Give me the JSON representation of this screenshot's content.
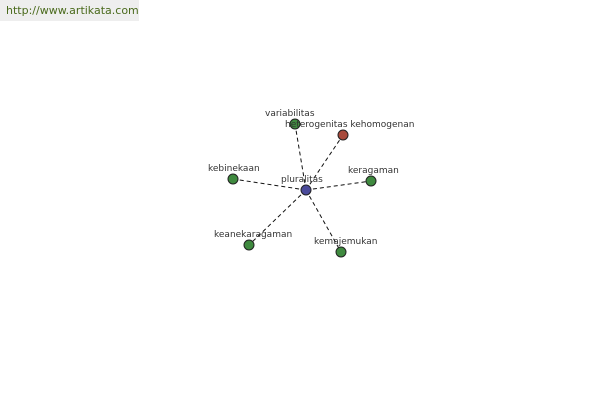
{
  "site": {
    "url": "http://www.artikata.com"
  },
  "colors": {
    "center_fill": "#4a4a9a",
    "synonym_fill": "#3f8a3f",
    "antonym_fill": "#a84a3c",
    "node_stroke": "#222222",
    "edge": "#111111"
  },
  "graph": {
    "center": {
      "label": "pluralitas",
      "kind": "center"
    },
    "nodes": [
      {
        "label": "variabilitas",
        "kind": "synonym"
      },
      {
        "label": "heterogenitas kehomogenan",
        "kind": "antonym"
      },
      {
        "label": "kebinekaan",
        "kind": "synonym"
      },
      {
        "label": "keragaman",
        "kind": "synonym"
      },
      {
        "label": "keanekaragaman",
        "kind": "synonym"
      },
      {
        "label": "kemajemukan",
        "kind": "synonym"
      }
    ]
  }
}
